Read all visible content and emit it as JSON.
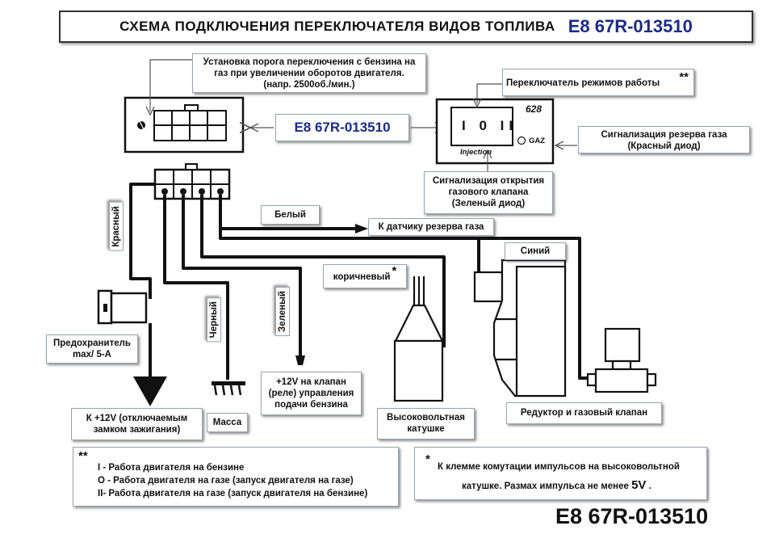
{
  "title": {
    "text": "СХЕМА ПОДКЛЮЧЕНИЯ ПЕРЕКЛЮЧАТЕЛЯ ВИДОВ ТОПЛИВА",
    "code": "E8 67R-013510"
  },
  "center_code": "E8 67R-013510",
  "bottom_code": "E8 67R-013510",
  "threshold_note": [
    "Установка порога переключения с бензина на",
    "газ при увеличении оборотов двигателя.",
    "(напр. 2500об./мин.)"
  ],
  "mode_switch": {
    "label": "Переключатель режимов работы",
    "stars": "**"
  },
  "switch_panel": {
    "model": "628",
    "positions": "I 0 II",
    "injection": "Injection",
    "gaz": "GAZ"
  },
  "gas_reserve_signal": [
    "Сигнализация резерва газа",
    "(Красный диод)"
  ],
  "valve_open_signal": [
    "Сигнализация открытия",
    "газового клапана",
    "(Зеленый диод)"
  ],
  "wires": {
    "white": "Белый",
    "red": "Красный",
    "black": "Черный",
    "green": "Зеленый",
    "brown": "коричневый",
    "brown_star": "*",
    "blue": "Синий"
  },
  "gas_sensor": "К датчику резерва газа",
  "fuse": [
    "Предохранитель",
    "max/ 5-A"
  ],
  "ignition": [
    "К +12V (отключаемым",
    "замком зажигания)"
  ],
  "ground": "Масса",
  "petrol_valve": [
    "+12V  на клапан",
    "(реле) управления",
    "подачи бензина"
  ],
  "coil": [
    "Высоковольтная",
    "катушке"
  ],
  "reducer": "Редуктор и газовый клапан",
  "legend": {
    "stars": "**",
    "rows": [
      "I -  Работа двигателя на бензине",
      "O - Работа двигателя на газе (запуск двигателя на газе)",
      "II-  Работа двигателя на газе (запуск двигателя на бензине)"
    ]
  },
  "impulse_note": {
    "star": "*",
    "line1": "К клемме комутации импульсов на высоковольтной",
    "line2": "катушке. Размах импульса не менее",
    "value": "5V",
    "end": "."
  },
  "colors": {
    "title_code": "#1a2a8c",
    "wire": "#111111",
    "box_border": "#9aa3ad"
  }
}
